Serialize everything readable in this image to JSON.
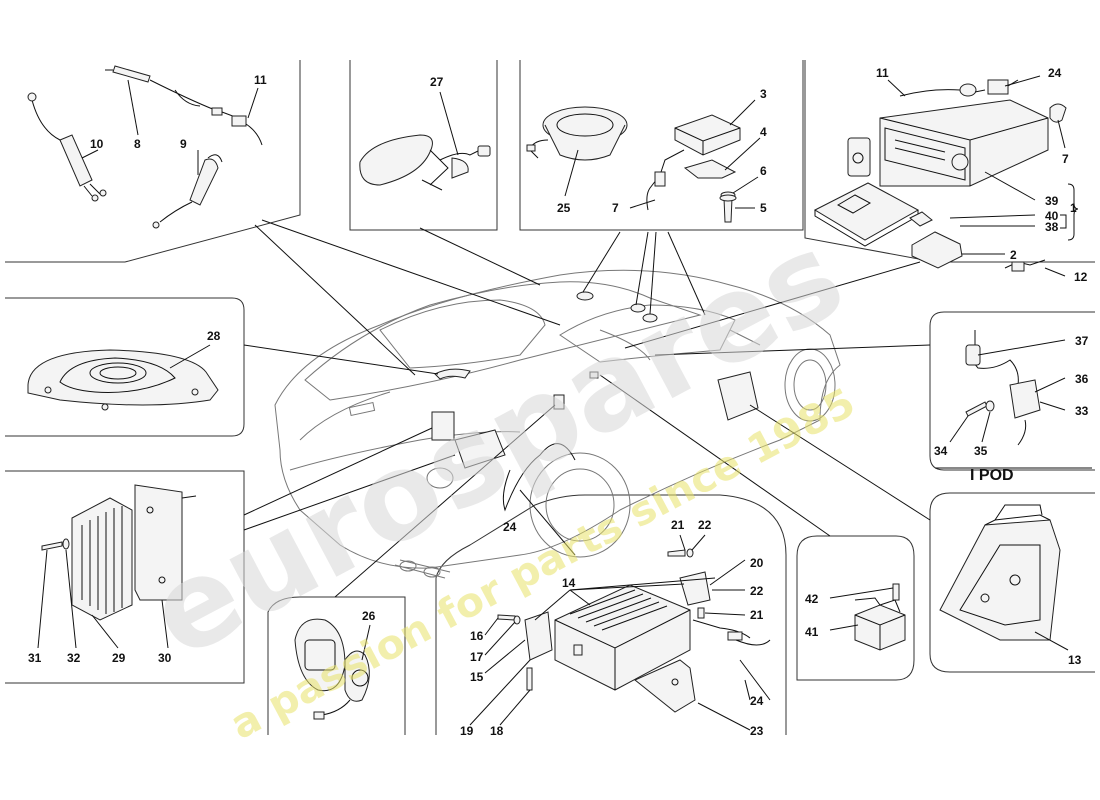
{
  "panel_title": "I POD",
  "watermark": {
    "logo": "eurospares",
    "tagline": "a passion for parts since 1985"
  },
  "callouts": {
    "c1": "1",
    "c2": "2",
    "c3": "3",
    "c4": "4",
    "c5": "5",
    "c6": "6",
    "c7a": "7",
    "c7b": "7",
    "c8": "8",
    "c9": "9",
    "c10": "10",
    "c11a": "11",
    "c11b": "11",
    "c12": "12",
    "c13": "13",
    "c14": "14",
    "c15": "15",
    "c16": "16",
    "c17": "17",
    "c18": "18",
    "c19": "19",
    "c20": "20",
    "c21a": "21",
    "c21b": "21",
    "c22a": "22",
    "c22b": "22",
    "c23": "23",
    "c24a": "24",
    "c24b": "24",
    "c24c": "24",
    "c25": "25",
    "c26": "26",
    "c27": "27",
    "c28": "28",
    "c29": "29",
    "c30": "30",
    "c31": "31",
    "c32": "32",
    "c33": "33",
    "c34": "34",
    "c35": "35",
    "c36": "36",
    "c37": "37",
    "c38": "38",
    "c39": "39",
    "c40": "40",
    "c41": "41",
    "c42": "42"
  }
}
